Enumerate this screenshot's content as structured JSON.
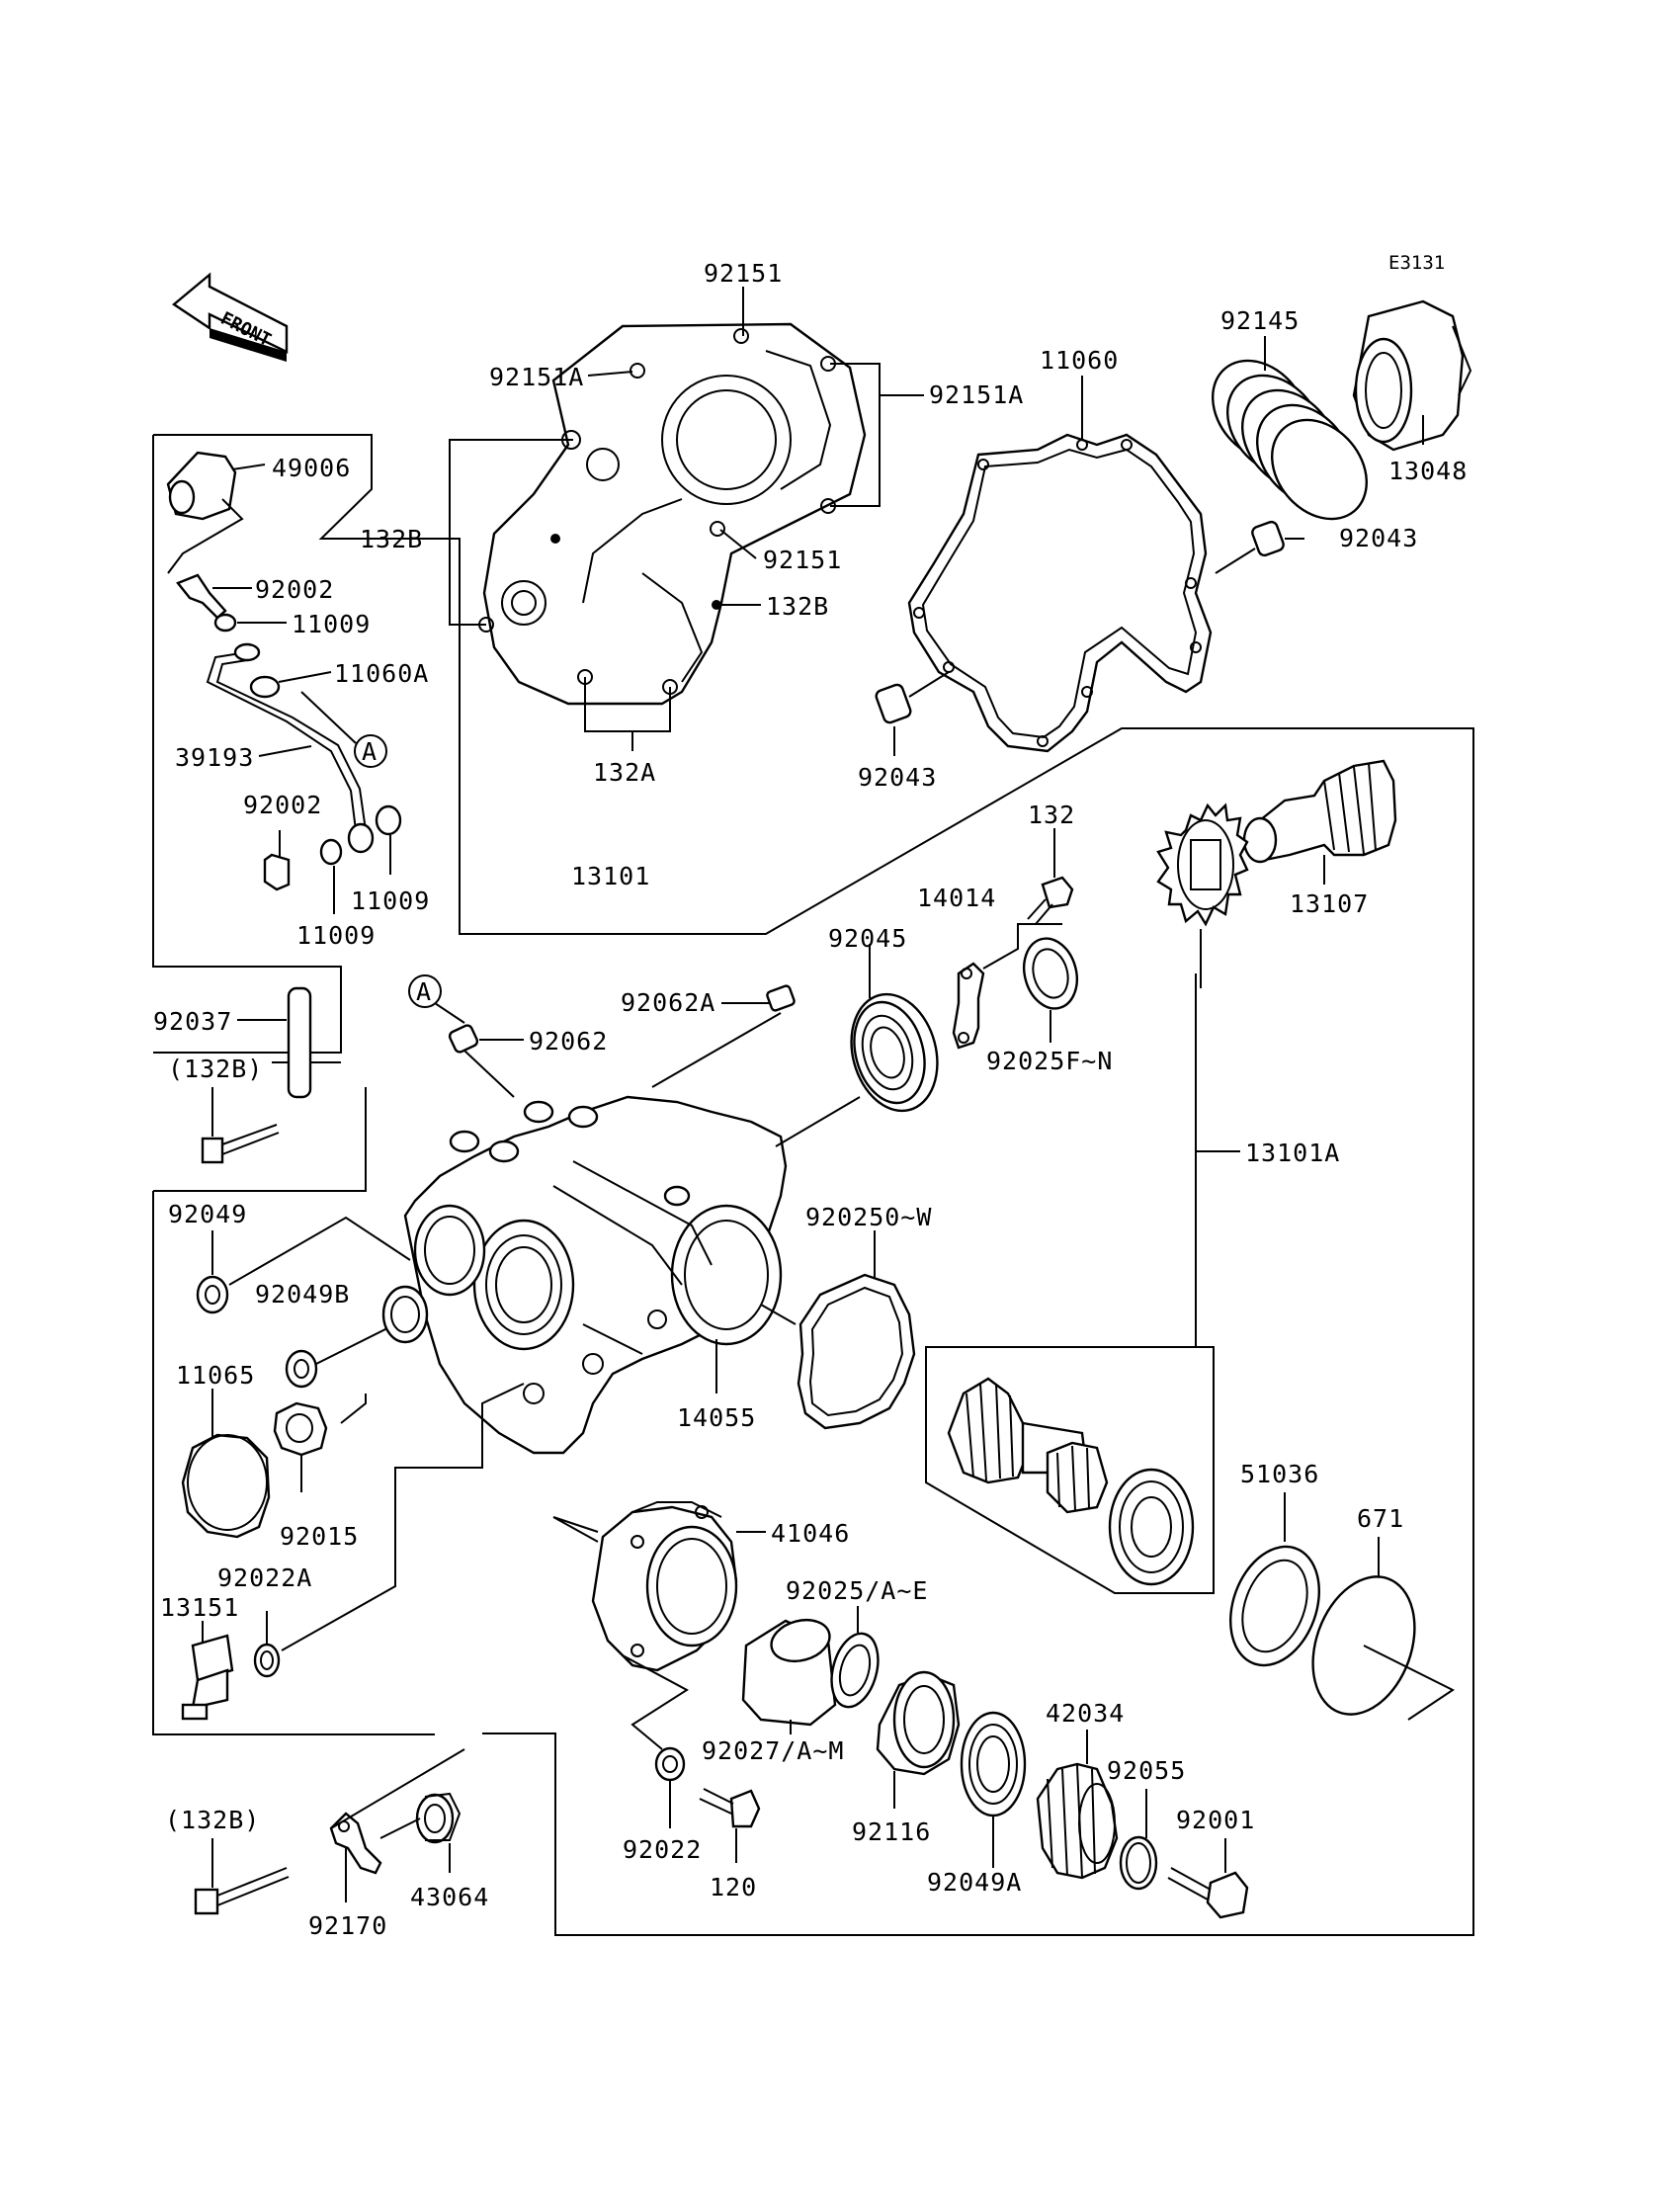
{
  "diagram_code": "E3131",
  "front_marker": "FRONT",
  "callout_a": "A",
  "labels": {
    "p92151_top": "92151",
    "p92151A_left": "92151A",
    "p92151A_right": "92151A",
    "p132B_left": "132B",
    "p92151_mid": "92151",
    "p132B_right": "132B",
    "p132A": "132A",
    "p11060": "11060",
    "p92145": "92145",
    "p13048": "13048",
    "p92043_right": "92043",
    "p92043_low": "92043",
    "p49006": "49006",
    "p92002_top": "92002",
    "p11009_top": "11009",
    "p11060A": "11060A",
    "p39193": "39193",
    "p92002_low": "92002",
    "p11009_r": "11009",
    "p11009_b": "11009",
    "p13101": "13101",
    "p132": "132",
    "p13107": "13107",
    "p14014": "14014",
    "p92045": "92045",
    "p92062A": "92062A",
    "p92062": "92062",
    "p92025FN": "92025F~N",
    "p92037": "92037",
    "p132B_paren": "(132B)",
    "p13101A": "13101A",
    "p92049": "92049",
    "p920250W": "920250~W",
    "p92049B": "92049B",
    "p11065": "11065",
    "p14055": "14055",
    "p92015": "92015",
    "p51036": "51036",
    "p671": "671",
    "p41046": "41046",
    "p92022A": "92022A",
    "p13151": "13151",
    "p92025AE": "92025/A~E",
    "p42034": "42034",
    "p92027AM": "92027/A~M",
    "p92055": "92055",
    "p92001": "92001",
    "p132B_paren2": "(132B)",
    "p92022": "92022",
    "p92116": "92116",
    "p43064": "43064",
    "p120": "120",
    "p92049A": "92049A",
    "p92170": "92170"
  }
}
